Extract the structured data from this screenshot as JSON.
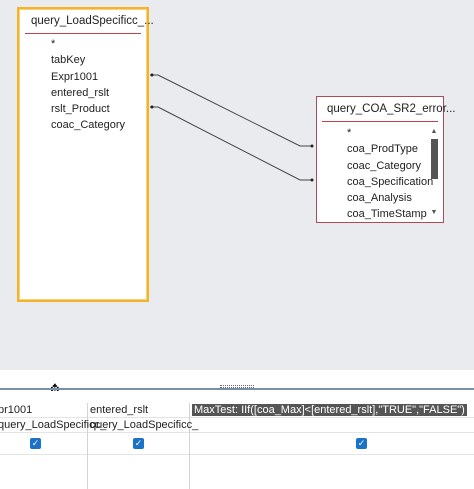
{
  "design": {
    "tables": {
      "left": {
        "title": "query_LoadSpecificc_...",
        "fields": [
          "*",
          "tabKey",
          "Expr1001",
          "entered_rslt",
          "rslt_Product",
          "coac_Category"
        ]
      },
      "right": {
        "title": "query_COA_SR2_error...",
        "fields": [
          "*",
          "coa_ProdType",
          "coac_Category",
          "coa_Specification",
          "coa_Analysis",
          "coa_TimeStamp"
        ]
      }
    },
    "icons": {
      "scroll_up": "▲",
      "scroll_down": "▼",
      "move_cursor": "✥"
    }
  },
  "grid": {
    "columns": [
      {
        "field": "pr1001",
        "table": "query_LoadSpecificc_",
        "show": true
      },
      {
        "field": "entered_rslt",
        "table": "query_LoadSpecificc_",
        "show": true
      },
      {
        "field": "MaxTest: IIf([coa_Max]<[entered_rslt],\"TRUE\",\"FALSE\")",
        "table": "",
        "show": true
      }
    ],
    "check_glyph": "✓"
  }
}
